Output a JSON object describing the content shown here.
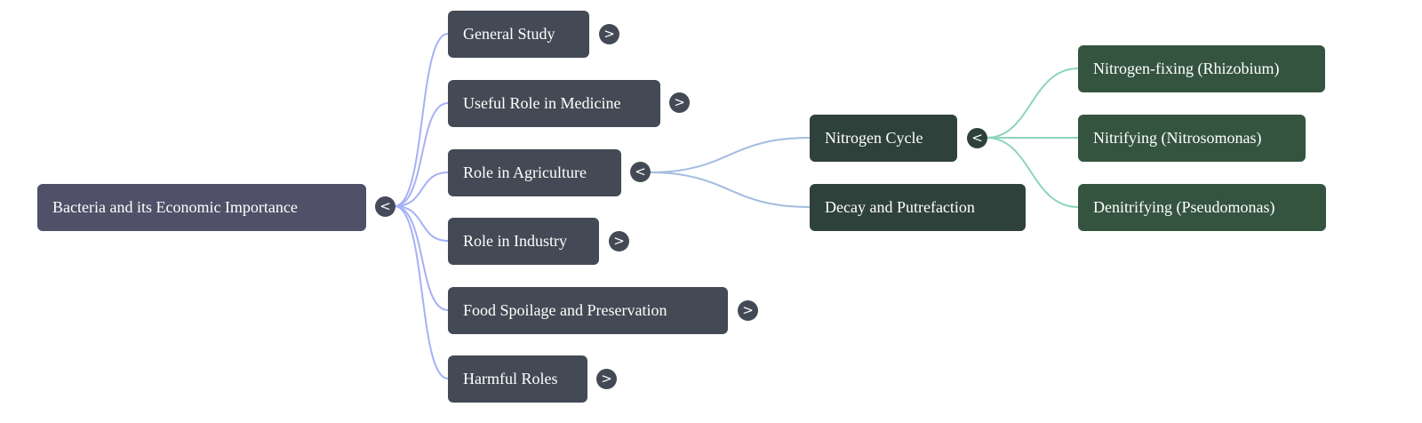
{
  "root": {
    "label": "Bacteria and its Economic Importance",
    "toggle": "<"
  },
  "level1": [
    {
      "label": "General Study",
      "toggle": ">"
    },
    {
      "label": "Useful Role in Medicine",
      "toggle": ">"
    },
    {
      "label": "Role in Agriculture",
      "toggle": "<"
    },
    {
      "label": "Role in Industry",
      "toggle": ">"
    },
    {
      "label": "Food Spoilage and Preservation",
      "toggle": ">"
    },
    {
      "label": "Harmful Roles",
      "toggle": ">"
    }
  ],
  "agriculture_children": [
    {
      "label": "Nitrogen Cycle",
      "toggle": "<"
    },
    {
      "label": "Decay and Putrefaction"
    }
  ],
  "nitrogen_children": [
    {
      "label": "Nitrogen-fixing (Rhizobium)"
    },
    {
      "label": "Nitrifying (Nitrosomonas)"
    },
    {
      "label": "Denitrifying (Pseudomonas)"
    }
  ],
  "colors": {
    "root": "#505168",
    "level1": "#434a55",
    "level2": "#2f413b",
    "level3": "#35543f",
    "link1": "#a6b1f5",
    "link2": "#a3bce0",
    "link3": "#8fd3bf"
  }
}
